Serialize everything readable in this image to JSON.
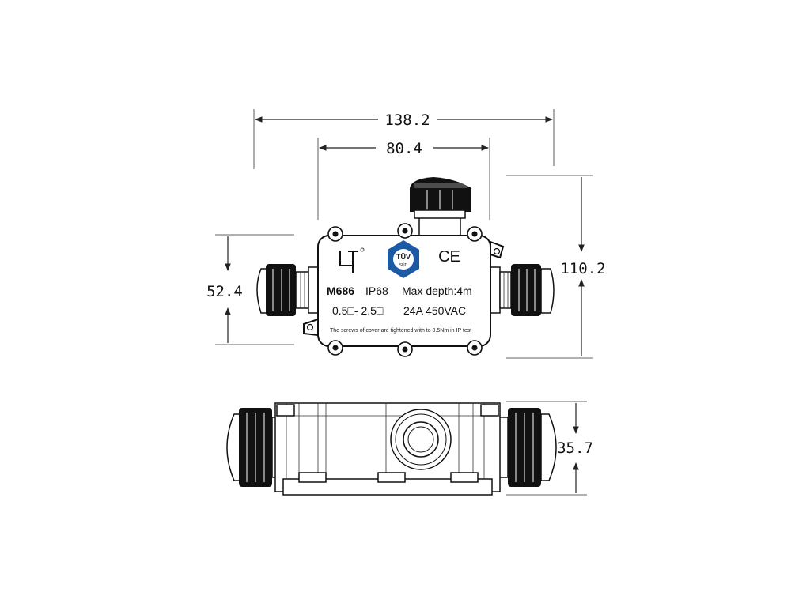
{
  "dimensions": {
    "overall_width": "138.2",
    "body_width": "80.4",
    "body_height": "52.4",
    "overall_height": "110.2",
    "depth": "35.7"
  },
  "label": {
    "model": "M686",
    "rating": "IP68",
    "depth": "Max depth:4m",
    "wire_range": "0.5□- 2.5□",
    "current_voltage": "24A 450VAC",
    "note": "The screws of cover are tightened with to 0.5Nm in IP test",
    "cert_mark": "CE",
    "tuv_text": "TÜV",
    "tuv_sub": "SÜD"
  },
  "colors": {
    "line": "#222222",
    "gland": "#111111",
    "tuv_blue": "#1d5aa6"
  }
}
